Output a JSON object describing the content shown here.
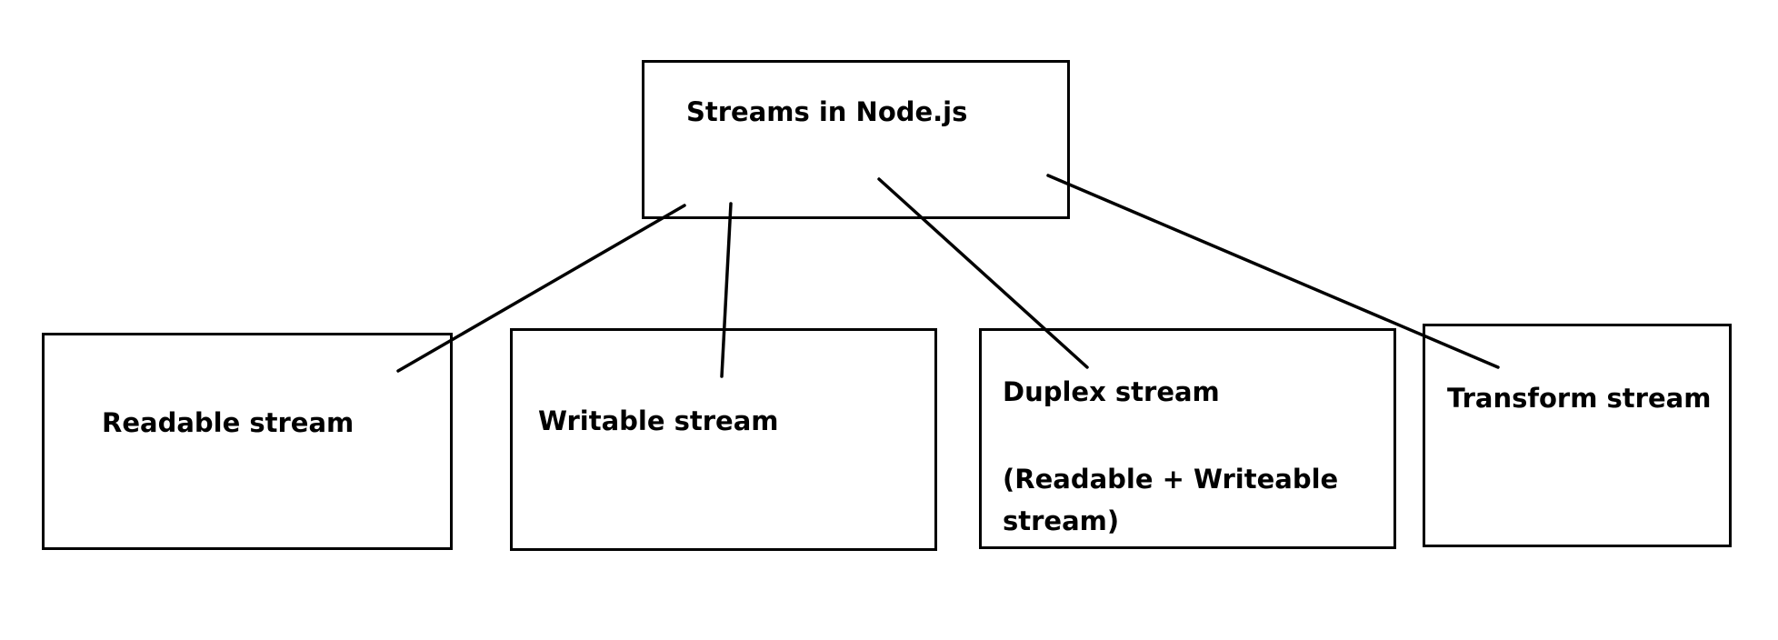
{
  "diagram": {
    "root": {
      "label": "Streams in Node.js"
    },
    "children": [
      {
        "label": "Readable stream"
      },
      {
        "label": "Writable stream"
      },
      {
        "label": "Duplex stream",
        "note": "(Readable + Writeable stream)"
      },
      {
        "label": "Transform stream"
      }
    ]
  },
  "colors": {
    "stroke": "#000000",
    "background": "#ffffff"
  }
}
